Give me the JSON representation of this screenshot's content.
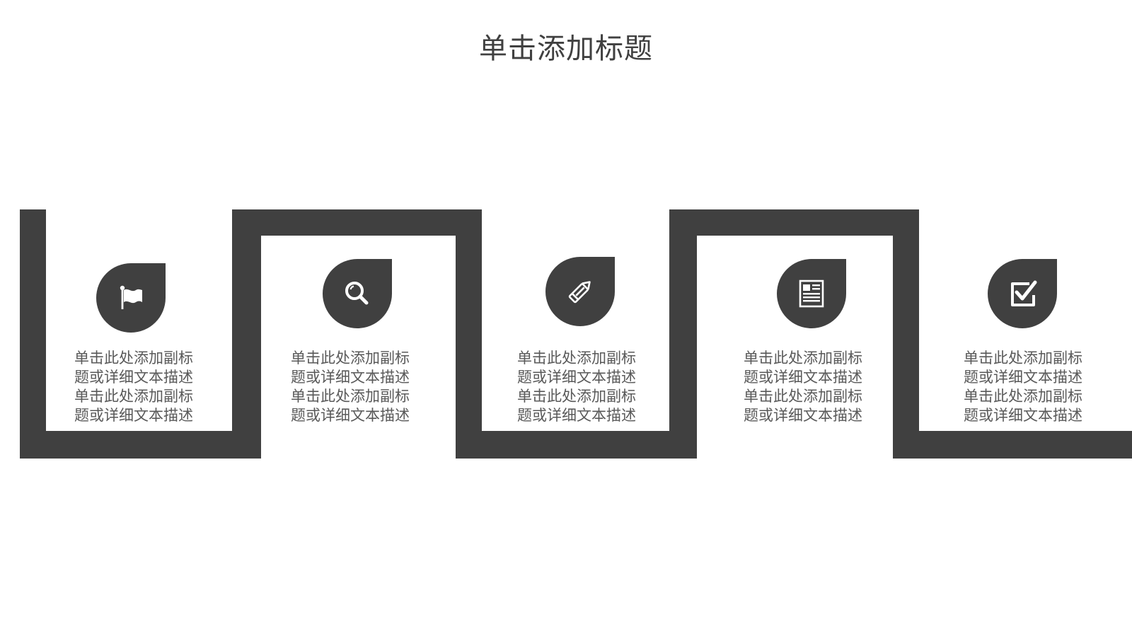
{
  "slide": {
    "title": "单击添加标题",
    "accent_color": "#404040"
  },
  "steps": [
    {
      "icon": "flag-icon",
      "text": "单击此处添加副标\n题或详细文本描述\n单击此处添加副标\n题或详细文本描述"
    },
    {
      "icon": "search-icon",
      "text": "单击此处添加副标\n题或详细文本描述\n单击此处添加副标\n题或详细文本描述"
    },
    {
      "icon": "pencil-icon",
      "text": "单击此处添加副标\n题或详细文本描述\n单击此处添加副标\n题或详细文本描述"
    },
    {
      "icon": "document-icon",
      "text": "单击此处添加副标\n题或详细文本描述\n单击此处添加副标\n题或详细文本描述"
    },
    {
      "icon": "checkbox-icon",
      "text": "单击此处添加副标\n题或详细文本描述\n单击此处添加副标\n题或详细文本描述"
    }
  ]
}
